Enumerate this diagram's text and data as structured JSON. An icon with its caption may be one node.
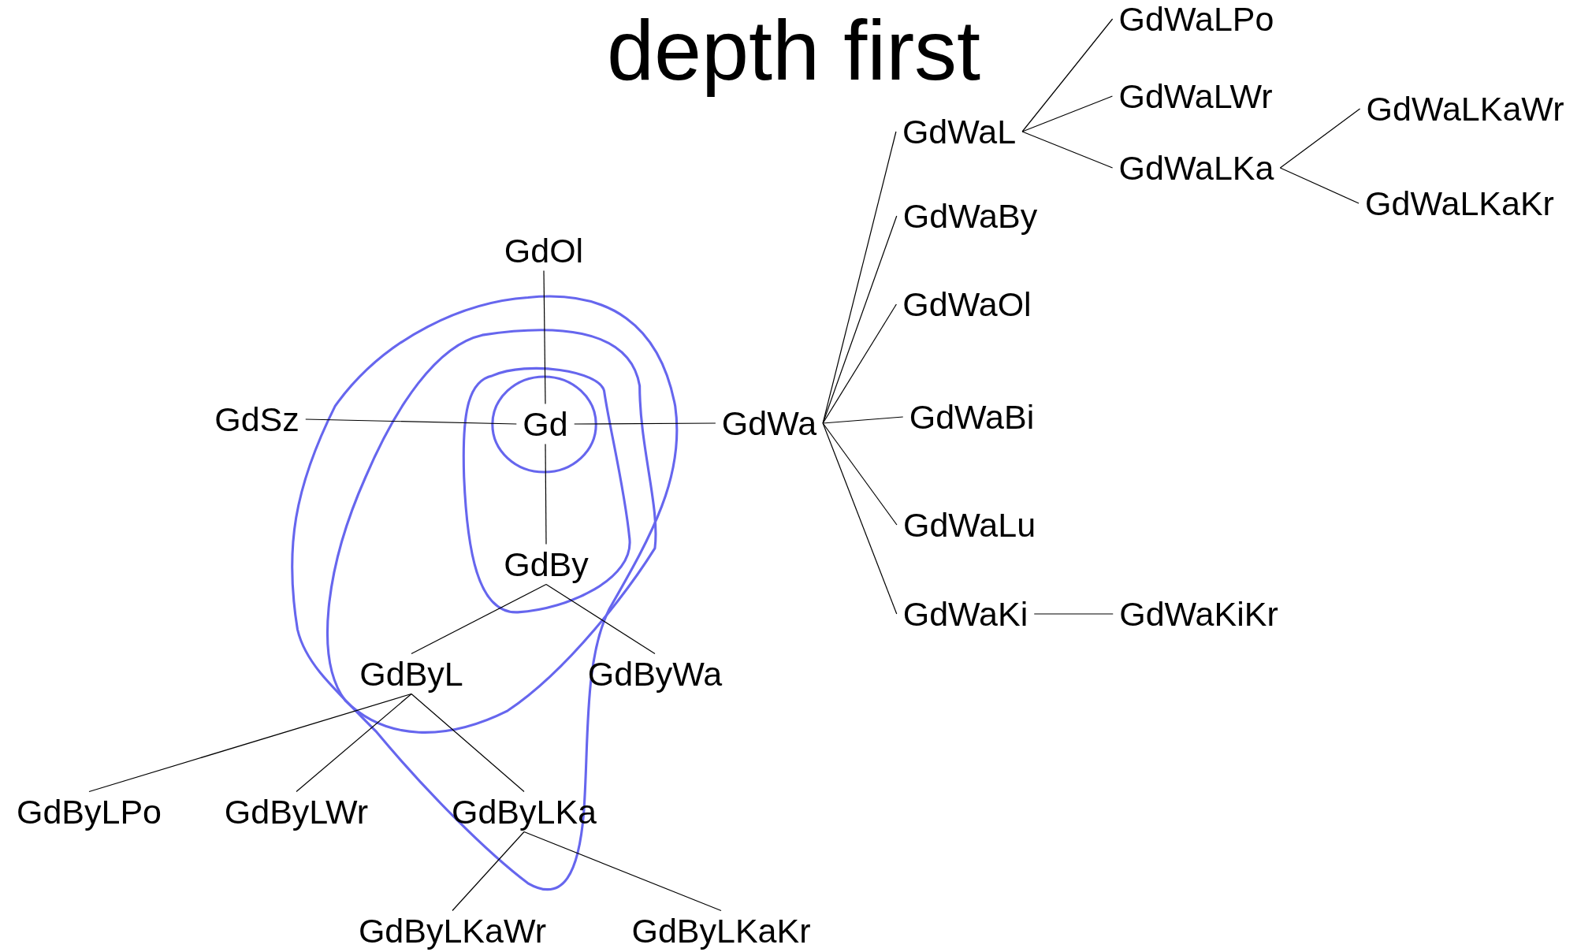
{
  "diagram": {
    "title": "depth first",
    "nodes": [
      {
        "text": [
          "Gd"
        ]
      },
      {
        "text": [
          "GdOl"
        ]
      },
      {
        "text": [
          "GdSz"
        ]
      },
      {
        "text": [
          "GdWa"
        ]
      },
      {
        "text": [
          "GdBy"
        ]
      },
      {
        "text": [
          "GdByL"
        ]
      },
      {
        "text": [
          "GdByWa"
        ]
      },
      {
        "text": [
          "GdByLPo"
        ]
      },
      {
        "text": [
          "GdByLWr"
        ]
      },
      {
        "text": [
          "GdByLKa"
        ]
      },
      {
        "text": [
          "GdByLKaWr"
        ]
      },
      {
        "text": [
          "GdByLKaKr"
        ]
      },
      {
        "text": [
          "GdWaL"
        ]
      },
      {
        "text": [
          "GdWaBy"
        ]
      },
      {
        "text": [
          "GdWaOl"
        ]
      },
      {
        "text": [
          "GdWaBi"
        ]
      },
      {
        "text": [
          "GdWaLu"
        ]
      },
      {
        "text": [
          "GdWaKi"
        ]
      },
      {
        "text": [
          "GdWaLPo"
        ]
      },
      {
        "text": [
          "GdWaLWr"
        ]
      },
      {
        "text": [
          "GdWaLKa"
        ]
      },
      {
        "text": [
          "GdWaLKaWr"
        ]
      },
      {
        "text": [
          "GdWaLKaKr"
        ]
      },
      {
        "text": [
          "GdWaKiKr"
        ]
      }
    ],
    "edges": [
      {
        "from": 0,
        "to": 1,
        "arrow": "none"
      },
      {
        "from": 0,
        "to": 2,
        "arrow": "none"
      },
      {
        "from": 0,
        "to": 3,
        "arrow": "none"
      },
      {
        "from": 0,
        "to": 4,
        "arrow": "none"
      },
      {
        "from": 4,
        "to": 5,
        "arrow": "none"
      },
      {
        "from": 4,
        "to": 6,
        "arrow": "none"
      },
      {
        "from": 5,
        "to": 7,
        "arrow": "none"
      },
      {
        "from": 5,
        "to": 8,
        "arrow": "none"
      },
      {
        "from": 5,
        "to": 9,
        "arrow": "none"
      },
      {
        "from": 9,
        "to": 10,
        "arrow": "none"
      },
      {
        "from": 9,
        "to": 11,
        "arrow": "none"
      },
      {
        "from": 3,
        "to": 12,
        "arrow": "none"
      },
      {
        "from": 3,
        "to": 13,
        "arrow": "none"
      },
      {
        "from": 3,
        "to": 14,
        "arrow": "none"
      },
      {
        "from": 3,
        "to": 15,
        "arrow": "none"
      },
      {
        "from": 3,
        "to": 16,
        "arrow": "none"
      },
      {
        "from": 3,
        "to": 17,
        "arrow": "none"
      },
      {
        "from": 12,
        "to": 18,
        "arrow": "none"
      },
      {
        "from": 12,
        "to": 19,
        "arrow": "none"
      },
      {
        "from": 12,
        "to": 20,
        "arrow": "none"
      },
      {
        "from": 20,
        "to": 21,
        "arrow": "none"
      },
      {
        "from": 20,
        "to": 22,
        "arrow": "none"
      },
      {
        "from": 17,
        "to": 23,
        "arrow": "none"
      }
    ]
  }
}
